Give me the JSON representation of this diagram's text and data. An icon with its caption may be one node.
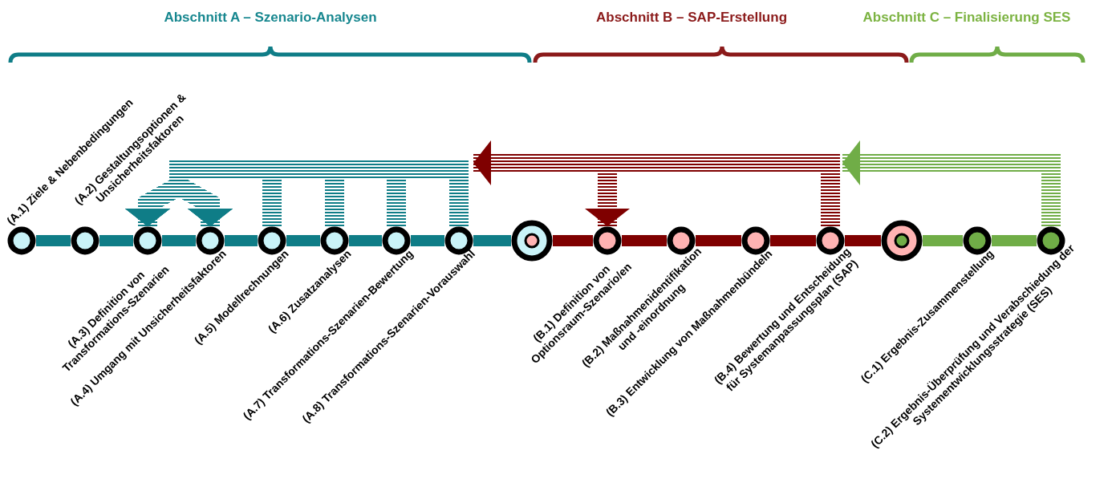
{
  "diagram": {
    "nodes": [
      {
        "text": [],
        "shape": "circle",
        "beside": [
          "(A.1) Ziele & Nebenbedingungen"
        ]
      },
      {
        "text": [],
        "shape": "circle",
        "beside": [
          "(A.2) Gestaltungsoptionen & Unsicherheitsfaktoren"
        ]
      },
      {
        "text": [],
        "shape": "circle",
        "beside": [
          "(A.3) Definition von Transformations-Szenarien"
        ]
      },
      {
        "text": [],
        "shape": "circle",
        "beside": [
          "(A.4) Umgang mit Unsicherheitsfaktoren"
        ]
      },
      {
        "text": [],
        "shape": "circle",
        "beside": [
          "(A.5) Modellrechnungen"
        ]
      },
      {
        "text": [],
        "shape": "circle",
        "beside": [
          "(A.6) Zusatzanalysen"
        ]
      },
      {
        "text": [],
        "shape": "circle",
        "beside": [
          "(A.7) Transformations-Szenarien-Bewertung"
        ]
      },
      {
        "text": [],
        "shape": "circle",
        "beside": [
          "(A.8) Transformations-Szenarien-Vorauswahl"
        ]
      },
      {
        "text": [],
        "shape": "circle"
      },
      {
        "text": [],
        "shape": "circle",
        "beside": [
          "(B.1) Definition von Optionsraum-Szenario/en"
        ]
      },
      {
        "text": [],
        "shape": "circle",
        "beside": [
          "(B.2) Maßnahmenidentifikation und -einordnung"
        ]
      },
      {
        "text": [],
        "shape": "circle",
        "beside": [
          "(B.3) Entwicklung von Maßnahmenbündeln"
        ]
      },
      {
        "text": [],
        "shape": "circle",
        "beside": [
          "(B.4) Bewertung und Entscheidung für Systemanpassungsplan (SAP)"
        ]
      },
      {
        "text": [],
        "shape": "circle"
      },
      {
        "text": [],
        "shape": "circle",
        "beside": [
          "(C.1) Ergebnis-Zusammenstellung"
        ]
      },
      {
        "text": [],
        "shape": "circle",
        "beside": [
          "(C.2) Ergebnis-Überprüfung und Verabschiedung der Systementwicklungsstrategie (SES)"
        ]
      }
    ],
    "edges": [
      {
        "from": 0,
        "to": 1,
        "arrow": "none"
      },
      {
        "from": 1,
        "to": 2,
        "arrow": "none"
      },
      {
        "from": 2,
        "to": 3,
        "arrow": "none"
      },
      {
        "from": 3,
        "to": 4,
        "arrow": "none"
      },
      {
        "from": 4,
        "to": 5,
        "arrow": "none"
      },
      {
        "from": 5,
        "to": 6,
        "arrow": "none"
      },
      {
        "from": 6,
        "to": 7,
        "arrow": "none"
      },
      {
        "from": 7,
        "to": 8,
        "arrow": "none"
      },
      {
        "from": 8,
        "to": 9,
        "arrow": "none",
        "color": "#7f0000"
      },
      {
        "from": 9,
        "to": 10,
        "arrow": "none",
        "color": "#7f0000"
      },
      {
        "from": 10,
        "to": 11,
        "arrow": "none",
        "color": "#7f0000"
      },
      {
        "from": 11,
        "to": 12,
        "arrow": "none",
        "color": "#7f0000"
      },
      {
        "from": 12,
        "to": 13,
        "arrow": "none",
        "color": "#7f0000"
      },
      {
        "from": 13,
        "to": 14,
        "arrow": "none",
        "color": "#70ad47"
      },
      {
        "from": 14,
        "to": 15,
        "arrow": "none",
        "color": "#70ad47"
      },
      {
        "from": 4,
        "to": 2,
        "arrow": "to",
        "style": "thick"
      },
      {
        "from": 4,
        "to": 3,
        "arrow": "to",
        "style": "thick"
      },
      {
        "from": 5,
        "to": 2,
        "arrow": "to",
        "style": "thick"
      },
      {
        "from": 5,
        "to": 3,
        "arrow": "to",
        "style": "thick"
      },
      {
        "from": 6,
        "to": 2,
        "arrow": "to",
        "style": "thick"
      },
      {
        "from": 6,
        "to": 3,
        "arrow": "to",
        "style": "thick"
      },
      {
        "from": 7,
        "to": 2,
        "arrow": "to",
        "style": "thick"
      },
      {
        "from": 7,
        "to": 3,
        "arrow": "to",
        "style": "thick"
      },
      {
        "from": 12,
        "to": 9,
        "arrow": "to",
        "style": "thick",
        "color": "#7f0000"
      },
      {
        "from": 12,
        "to": 7,
        "arrow": "to",
        "style": "thick",
        "color": "#7f0000"
      },
      {
        "from": 15,
        "to": 12,
        "arrow": "to",
        "style": "thick",
        "color": "#70ad47"
      }
    ],
    "labels": [
      "Abschnitt A – Szenario-Analysen",
      "Abschnitt B – SAP-Erstellung",
      "Abschnitt C – Finalisierung SES"
    ]
  }
}
